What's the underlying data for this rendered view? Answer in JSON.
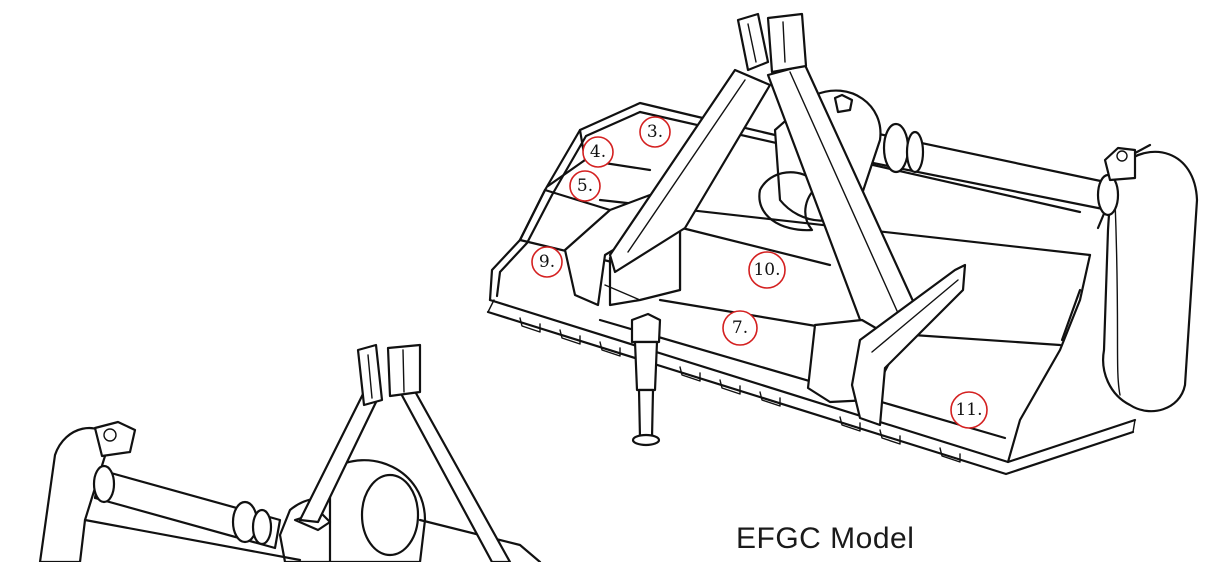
{
  "model_label": "EFGC Model",
  "callouts": [
    {
      "id": "c3",
      "label": "3."
    },
    {
      "id": "c4",
      "label": "4."
    },
    {
      "id": "c5",
      "label": "5."
    },
    {
      "id": "c9",
      "label": "9."
    },
    {
      "id": "c10",
      "label": "10."
    },
    {
      "id": "c7",
      "label": "7."
    },
    {
      "id": "c11",
      "label": "11."
    }
  ],
  "colors": {
    "line": "#111111",
    "callout_ring": "#d42020",
    "background": "#ffffff"
  }
}
